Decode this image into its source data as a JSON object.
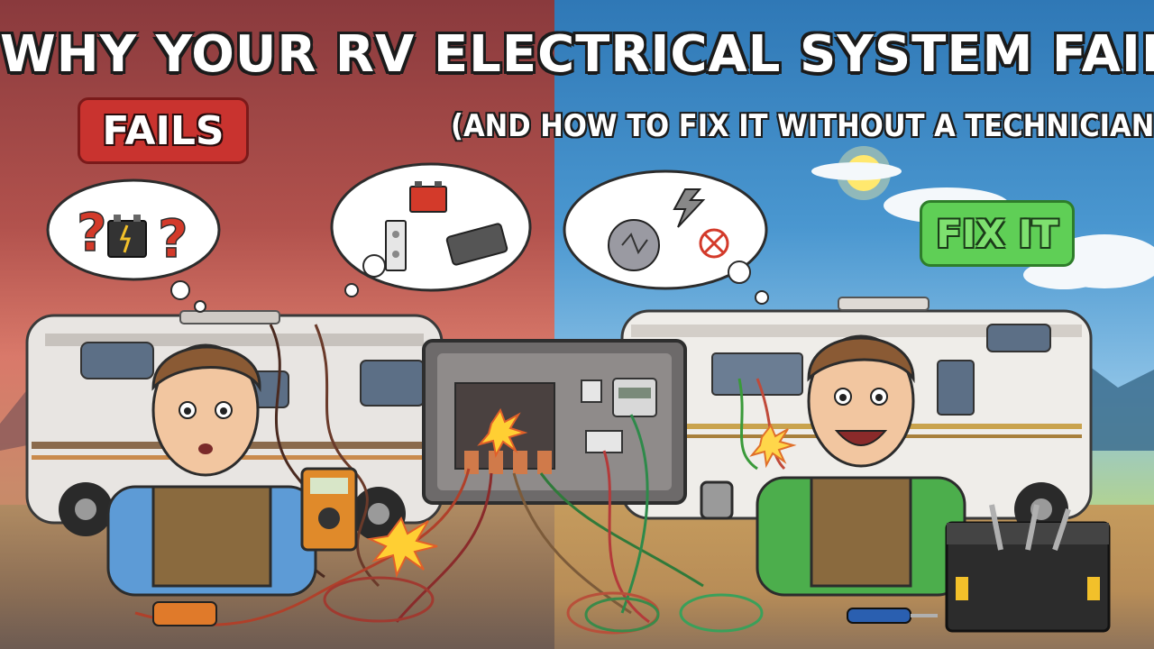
{
  "title": "WHY YOUR RV ELECTRICAL SYSTEM FAILS",
  "subtitle": "(AND HOW TO FIX IT WITHOUT A TECHNICIAN)",
  "badges": {
    "fails": "FAILS",
    "fix": "FIX IT"
  },
  "icons": {
    "confused_bubble": [
      "question-mark-icon",
      "battery-icon",
      "question-mark-icon"
    ],
    "parts_bubble": [
      "battery-icon",
      "switch-panel-icon",
      "power-strip-icon"
    ],
    "fix_bubble": [
      "broken-fuse-icon",
      "lightning-icon",
      "no-power-icon"
    ]
  },
  "colors": {
    "left_sky": "#b2524d",
    "right_sky": "#4a97d0",
    "fails_badge": "#c9332f",
    "fix_badge": "#5fcf56"
  }
}
